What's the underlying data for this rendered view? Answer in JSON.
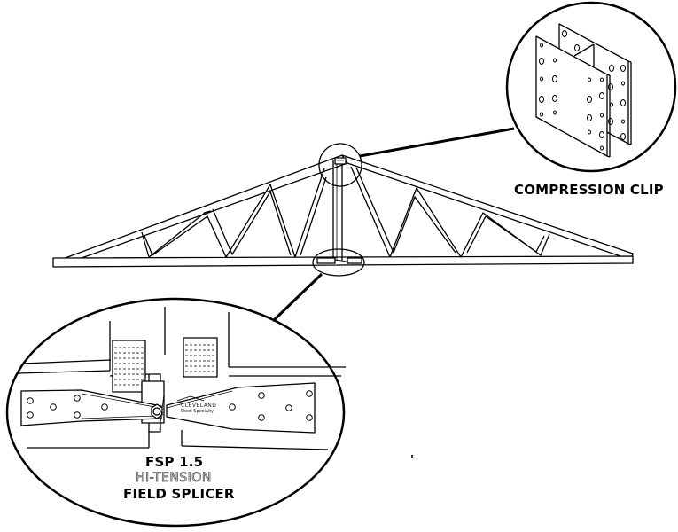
{
  "title": "Roof truss with compression clip and field splicer details",
  "callouts": {
    "compression_clip": {
      "label": "COMPRESSION CLIP"
    },
    "field_splicer": {
      "model": "FSP 1.5",
      "subtitle": "HI-TENSION",
      "label": "FIELD SPLICER",
      "brand_name": "CLEVELAND",
      "brand_tagline": "Steel Specialty"
    }
  },
  "colors": {
    "line": "#000000",
    "background": "#ffffff"
  }
}
